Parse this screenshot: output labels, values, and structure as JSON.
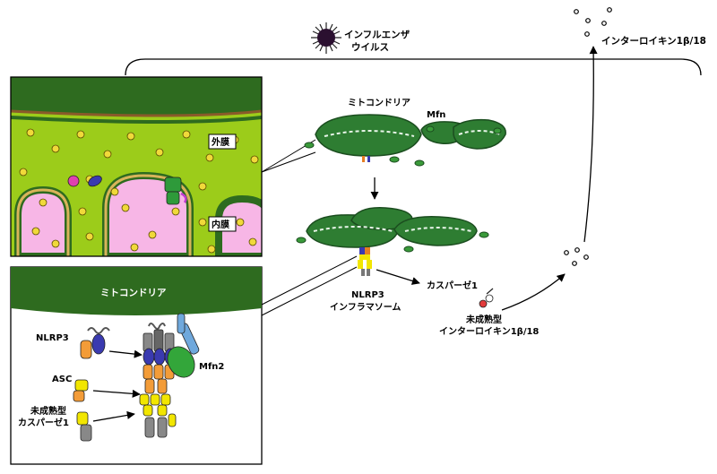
{
  "labels": {
    "virus_line1": "インフルエンザ",
    "virus_line2": "ウイルス",
    "il1b_top": "インターロイキン1β/18",
    "mito_top": "ミトコンドリア",
    "mfn": "Mfn",
    "outer_membrane": "外膜",
    "inner_membrane": "内膜",
    "nlrp3_line1": "NLRP3",
    "nlrp3_line2": "インフラマソーム",
    "caspase1": "カスパーゼ1",
    "immature_il_line1": "未成熟型",
    "immature_il_line2": "インターロイキン1β/18",
    "inset_mito": "ミトコンドリア",
    "inset_nlrp3": "NLRP3",
    "inset_asc": "ASC",
    "inset_mfn2": "Mfn2",
    "inset_procasp_line1": "未成熟型",
    "inset_procasp_line2": "カスパーゼ1"
  },
  "colors": {
    "mito_green": "#2e7d32",
    "matrix_green": "#9ccc1a",
    "inner_pink": "#f7b6e6",
    "nlrp3_orange": "#f39c38",
    "nlrp3_blue": "#3a3ab0",
    "asc_yellow": "#f2e600",
    "mfn2_green": "#33a63a"
  }
}
